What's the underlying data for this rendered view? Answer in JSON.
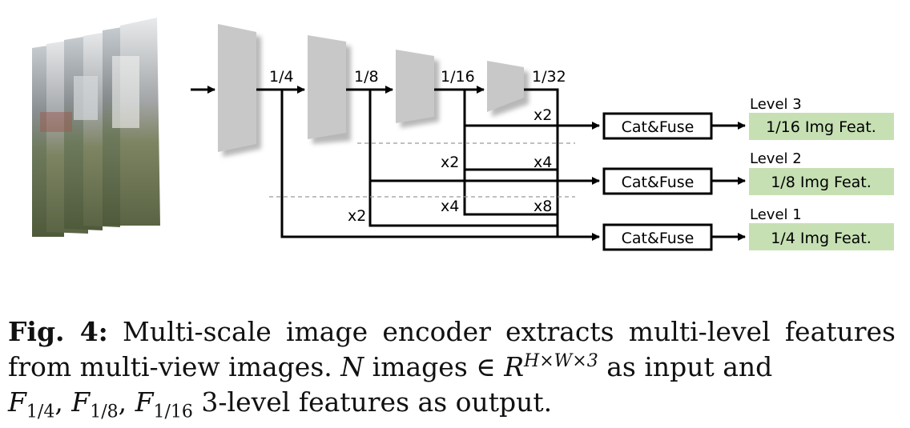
{
  "scales": {
    "s1_4": "1/4",
    "s1_8": "1/8",
    "s1_16": "1/16",
    "s1_32": "1/32"
  },
  "upsample": {
    "x2_top": "x2",
    "x2_mid": "x2",
    "x4_mid": "x4",
    "x2_low": "x2",
    "x4_low": "x4",
    "x8_low": "x8"
  },
  "fuse_label": "Cat&Fuse",
  "levels": [
    {
      "level": "Level 3",
      "feature": "1/16 Img Feat."
    },
    {
      "level": "Level 2",
      "feature": "1/8 Img Feat."
    },
    {
      "level": "Level 1",
      "feature": "1/4 Img Feat."
    }
  ],
  "caption": {
    "fig": "Fig. 4:",
    "text_1": "Multi-scale image encoder extracts multi-level features from multi-view images.",
    "N": "N",
    "text_2": "images",
    "in": "∈",
    "R": "R",
    "R_sup": "H×W×3",
    "text_3": "as input and",
    "F": "F",
    "sub_1": "1/4",
    "sub_2": "1/8",
    "sub_3": "1/16",
    "text_4": "3-level features as output."
  },
  "colors": {
    "encoder_block": "#c8c8c8",
    "feature_box": "#c6e0b4",
    "line": "#000000"
  }
}
